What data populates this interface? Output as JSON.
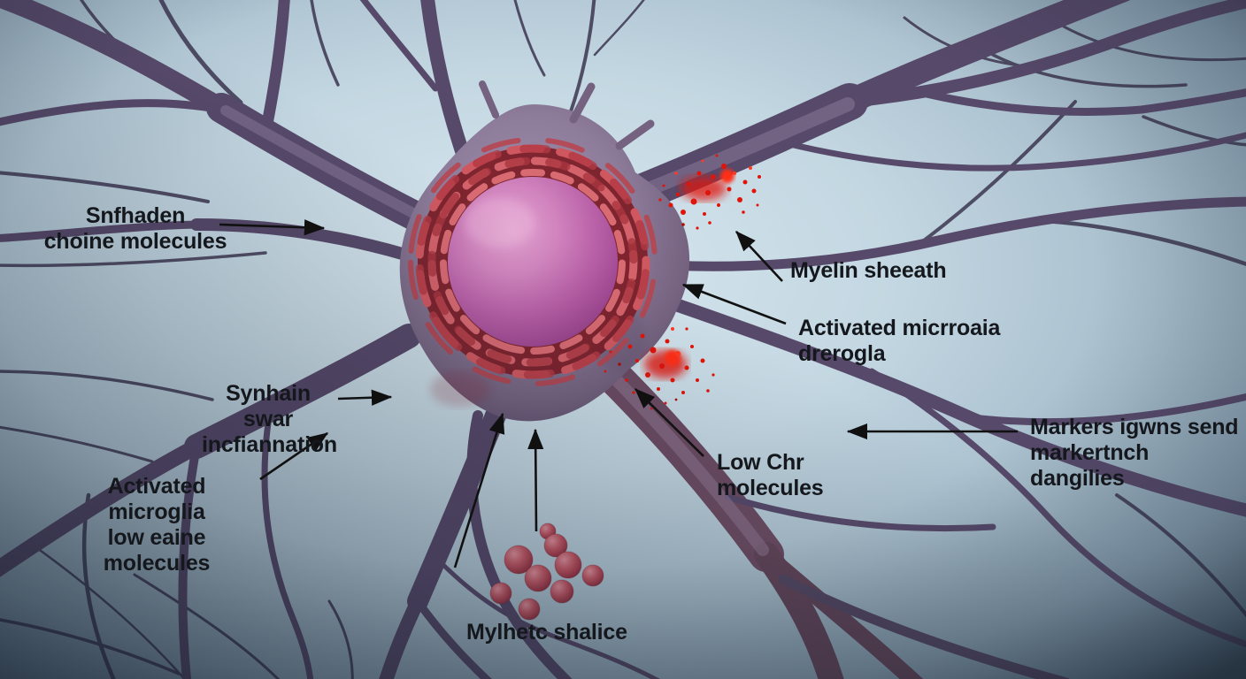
{
  "illustration": {
    "description": "3D medical illustration of a neuron: purple soma with magenta nucleus wrapped in red endoplasmic-reticulum rings, branching dendrites, red inflammation speckles on processes, and a cluster of red molecule spheres",
    "style": "photorealistic render on pale blue vignetted background"
  },
  "labels": {
    "snfhaden": {
      "line1": "Snfhaden",
      "line2": "choine molecules"
    },
    "myelin_sheath": {
      "line1": "Myelin sheeath"
    },
    "activated_microglia_right": {
      "line1": "Activated micrroaia",
      "line2": "drerogla"
    },
    "synhain": {
      "line1": "Synhain swar",
      "line2": "incfiannation"
    },
    "activated_microglia_left": {
      "line1": "Activated microglia",
      "line2": "low eaine molecules"
    },
    "low_chr": {
      "line1": "Low Chr",
      "line2": "molecules"
    },
    "markers": {
      "line1": "Markers igwns send",
      "line2": "markertnch dangilies"
    },
    "mylhetc": {
      "line1": "Mylhetc shalice"
    }
  },
  "colors": {
    "background_center": "#d6e5ee",
    "background_edge": "#45586b",
    "neuron_body": "#8d7c9a",
    "nucleus_magenta": "#bd63aa",
    "er_rings_red": "#cf5860",
    "inflammation_red": "#e01408",
    "molecule_sphere_red": "#c25865",
    "label_text": "#14171c",
    "arrow_black": "#111111"
  },
  "molecule_cluster": {
    "sphere_count": 9
  }
}
